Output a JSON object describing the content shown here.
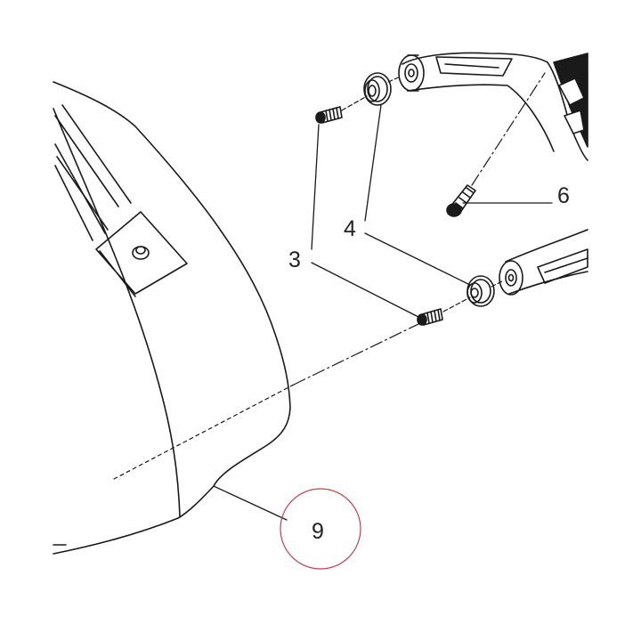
{
  "diagram": {
    "callouts": [
      {
        "id": "screw-top",
        "label": "3"
      },
      {
        "id": "screw-bottom",
        "label": "3"
      },
      {
        "id": "grommet-top",
        "label": "4"
      },
      {
        "id": "grommet-bottom",
        "label": "4"
      },
      {
        "id": "center-bolt",
        "label": "6"
      },
      {
        "id": "cover-panel",
        "label": "9"
      }
    ],
    "highlight": {
      "target": "cover-panel",
      "color": "#c0404a"
    },
    "colors": {
      "stroke": "#1a1a1a",
      "background": "#ffffff"
    }
  }
}
